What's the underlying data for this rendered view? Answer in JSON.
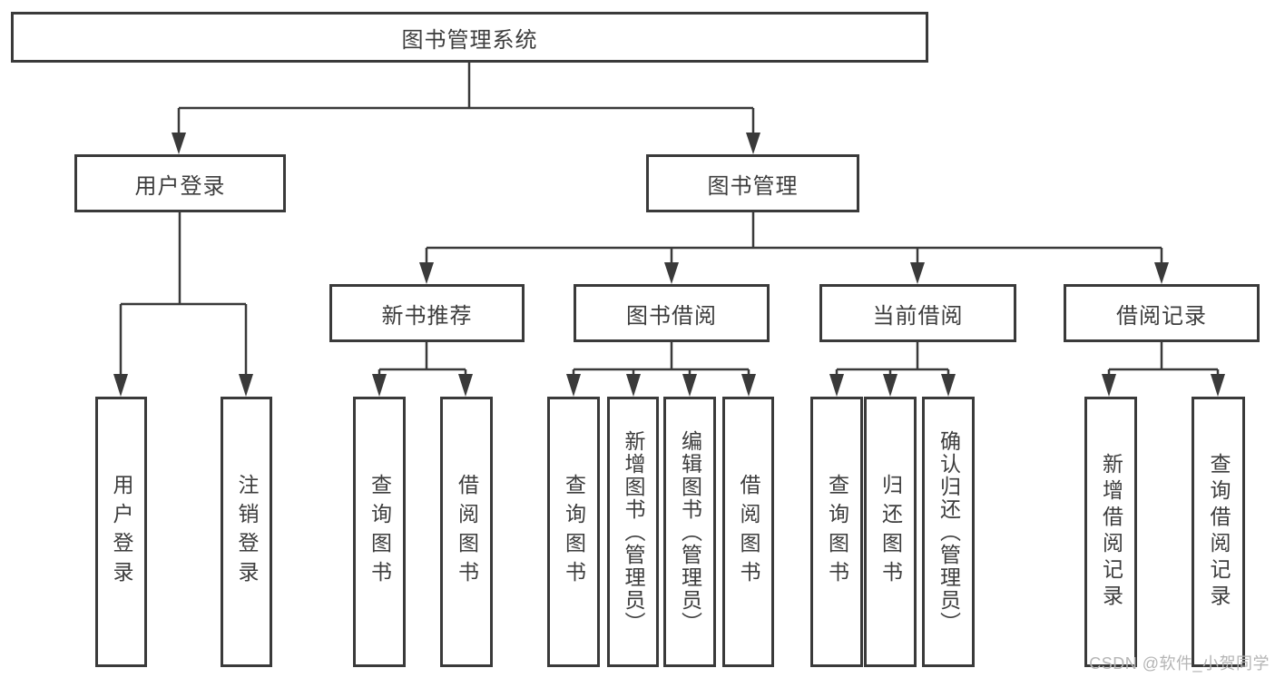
{
  "diagram": {
    "nodes": {
      "root": "图书管理系统",
      "user_login": "用户登录",
      "book_management": "图书管理",
      "new_book_recommend": "新书推荐",
      "book_borrow": "图书借阅",
      "current_borrow": "当前借阅",
      "borrow_record": "借阅记录",
      "leaf_user_login": "用户登录",
      "leaf_logout": "注销登录",
      "leaf_query_books_recommend": "查询图书",
      "leaf_borrow_books_recommend": "借阅图书",
      "leaf_query_books_borrow": "查询图书",
      "leaf_add_book_admin": "新增图书（管理员）",
      "leaf_edit_book_admin": "编辑图书（管理员）",
      "leaf_borrow_books_borrow": "借阅图书",
      "leaf_query_books_current": "查询图书",
      "leaf_return_book": "归还图书",
      "leaf_confirm_return_admin": "确认归还（管理员）",
      "leaf_add_borrow_record": "新增借阅记录",
      "leaf_query_borrow_record": "查询借阅记录"
    },
    "colors": {
      "line": "#3a3a3a",
      "box_border": "#3a3a3a",
      "text": "#3d3d3d",
      "watermark": "#b5b5b5",
      "background": "#ffffff"
    },
    "watermark": "CSDN @软件_小贺同学"
  }
}
